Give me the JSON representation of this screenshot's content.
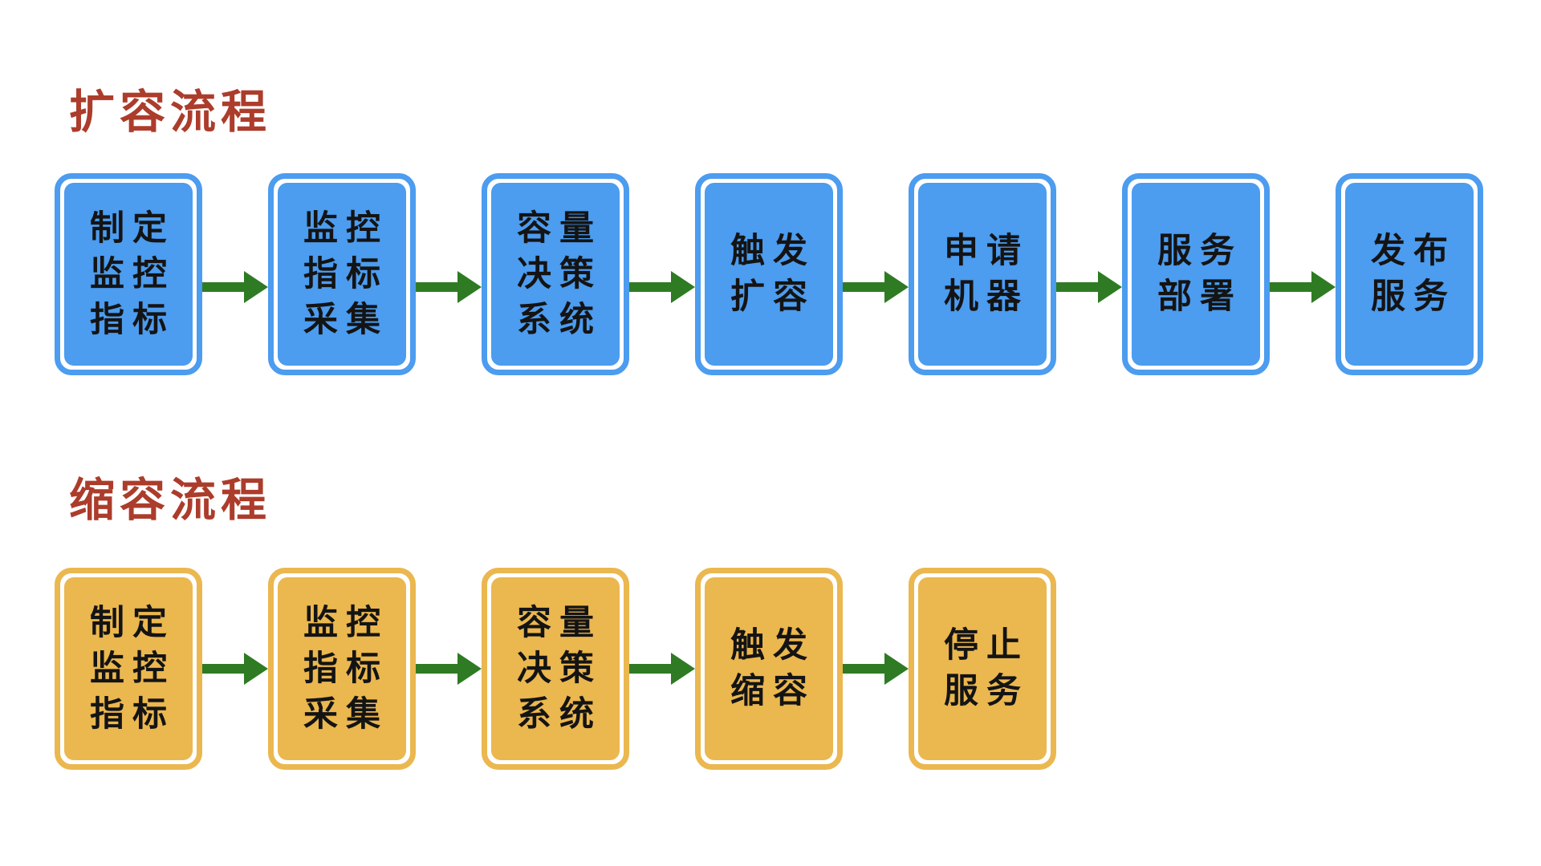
{
  "colors": {
    "background": "#FFFFFF",
    "expand_box_blue": "#4C9CEF",
    "shrink_box_gold": "#EBB74F",
    "arrow_green": "#2E7B23",
    "title_red": "#AC3C2B",
    "step_text": "#141414"
  },
  "flows": [
    {
      "id": "expand",
      "title": "扩容流程",
      "box_color": "#4C9CEF",
      "steps": [
        {
          "lines": [
            "制定",
            "监控",
            "指标"
          ]
        },
        {
          "lines": [
            "监控",
            "指标",
            "采集"
          ]
        },
        {
          "lines": [
            "容量",
            "决策",
            "系统"
          ]
        },
        {
          "lines": [
            "触发",
            "扩容"
          ]
        },
        {
          "lines": [
            "申请",
            "机器"
          ]
        },
        {
          "lines": [
            "服务",
            "部署"
          ]
        },
        {
          "lines": [
            "发布",
            "服务"
          ]
        }
      ]
    },
    {
      "id": "shrink",
      "title": "缩容流程",
      "box_color": "#EBB74F",
      "steps": [
        {
          "lines": [
            "制定",
            "监控",
            "指标"
          ]
        },
        {
          "lines": [
            "监控",
            "指标",
            "采集"
          ]
        },
        {
          "lines": [
            "容量",
            "决策",
            "系统"
          ]
        },
        {
          "lines": [
            "触发",
            "缩容"
          ]
        },
        {
          "lines": [
            "停止",
            "服务"
          ]
        }
      ]
    }
  ],
  "icons": {
    "between_steps": "arrow-right-icon"
  }
}
